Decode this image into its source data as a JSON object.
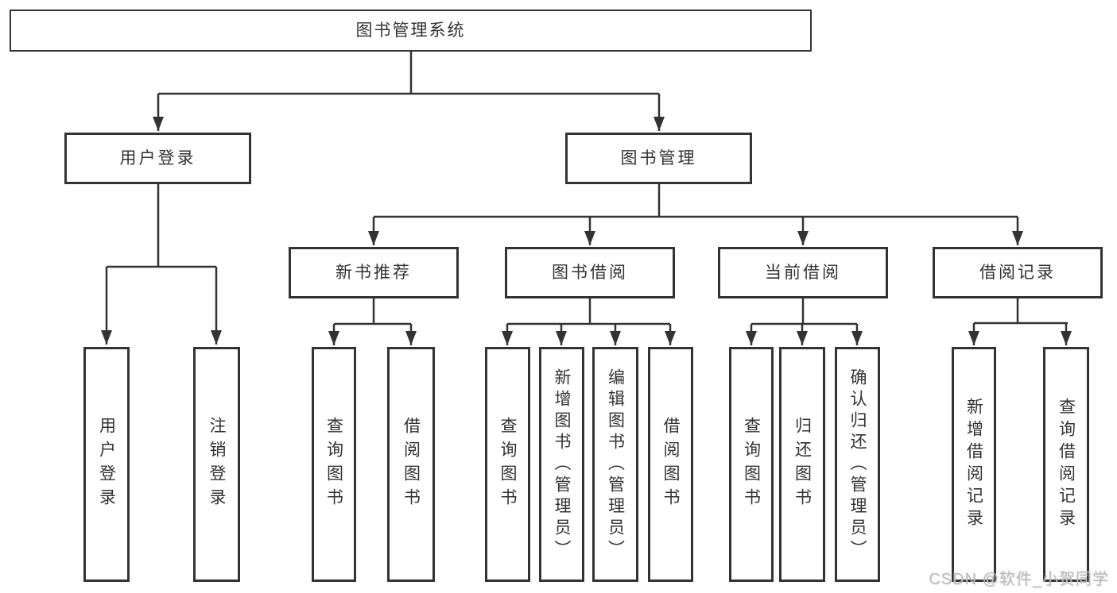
{
  "diagram": {
    "root": {
      "label": "图书管理系统"
    },
    "level2": {
      "user_login": {
        "label": "用户登录"
      },
      "book_mgmt": {
        "label": "图书管理"
      }
    },
    "level3": {
      "new_book_rec": {
        "label": "新书推荐"
      },
      "book_borrow": {
        "label": "图书借阅"
      },
      "current_borrow": {
        "label": "当前借阅"
      },
      "borrow_record": {
        "label": "借阅记录"
      }
    },
    "leaves": {
      "user_login_action": {
        "label": "用户登录"
      },
      "logout_action": {
        "label": "注销登录"
      },
      "rec_query_books": {
        "label": "查询图书"
      },
      "rec_borrow_books": {
        "label": "借阅图书"
      },
      "bb_query_books": {
        "label": "查询图书"
      },
      "bb_add_books": {
        "label": "新增图书（管理员）"
      },
      "bb_edit_books": {
        "label": "编辑图书（管理员）"
      },
      "bb_borrow_books": {
        "label": "借阅图书"
      },
      "cb_query_books": {
        "label": "查询图书"
      },
      "cb_return_books": {
        "label": "归还图书"
      },
      "cb_confirm_return": {
        "label": "确认归还（管理员）"
      },
      "br_add_record": {
        "label": "新增借阅记录"
      },
      "br_query_record": {
        "label": "查询借阅记录"
      }
    }
  },
  "watermark": {
    "text": "CSDN @软件_小贺同学"
  },
  "colors": {
    "line": "#333333",
    "border": "#333333",
    "text": "#333333",
    "background": "#ffffff",
    "watermark": "#bdbdbd"
  }
}
